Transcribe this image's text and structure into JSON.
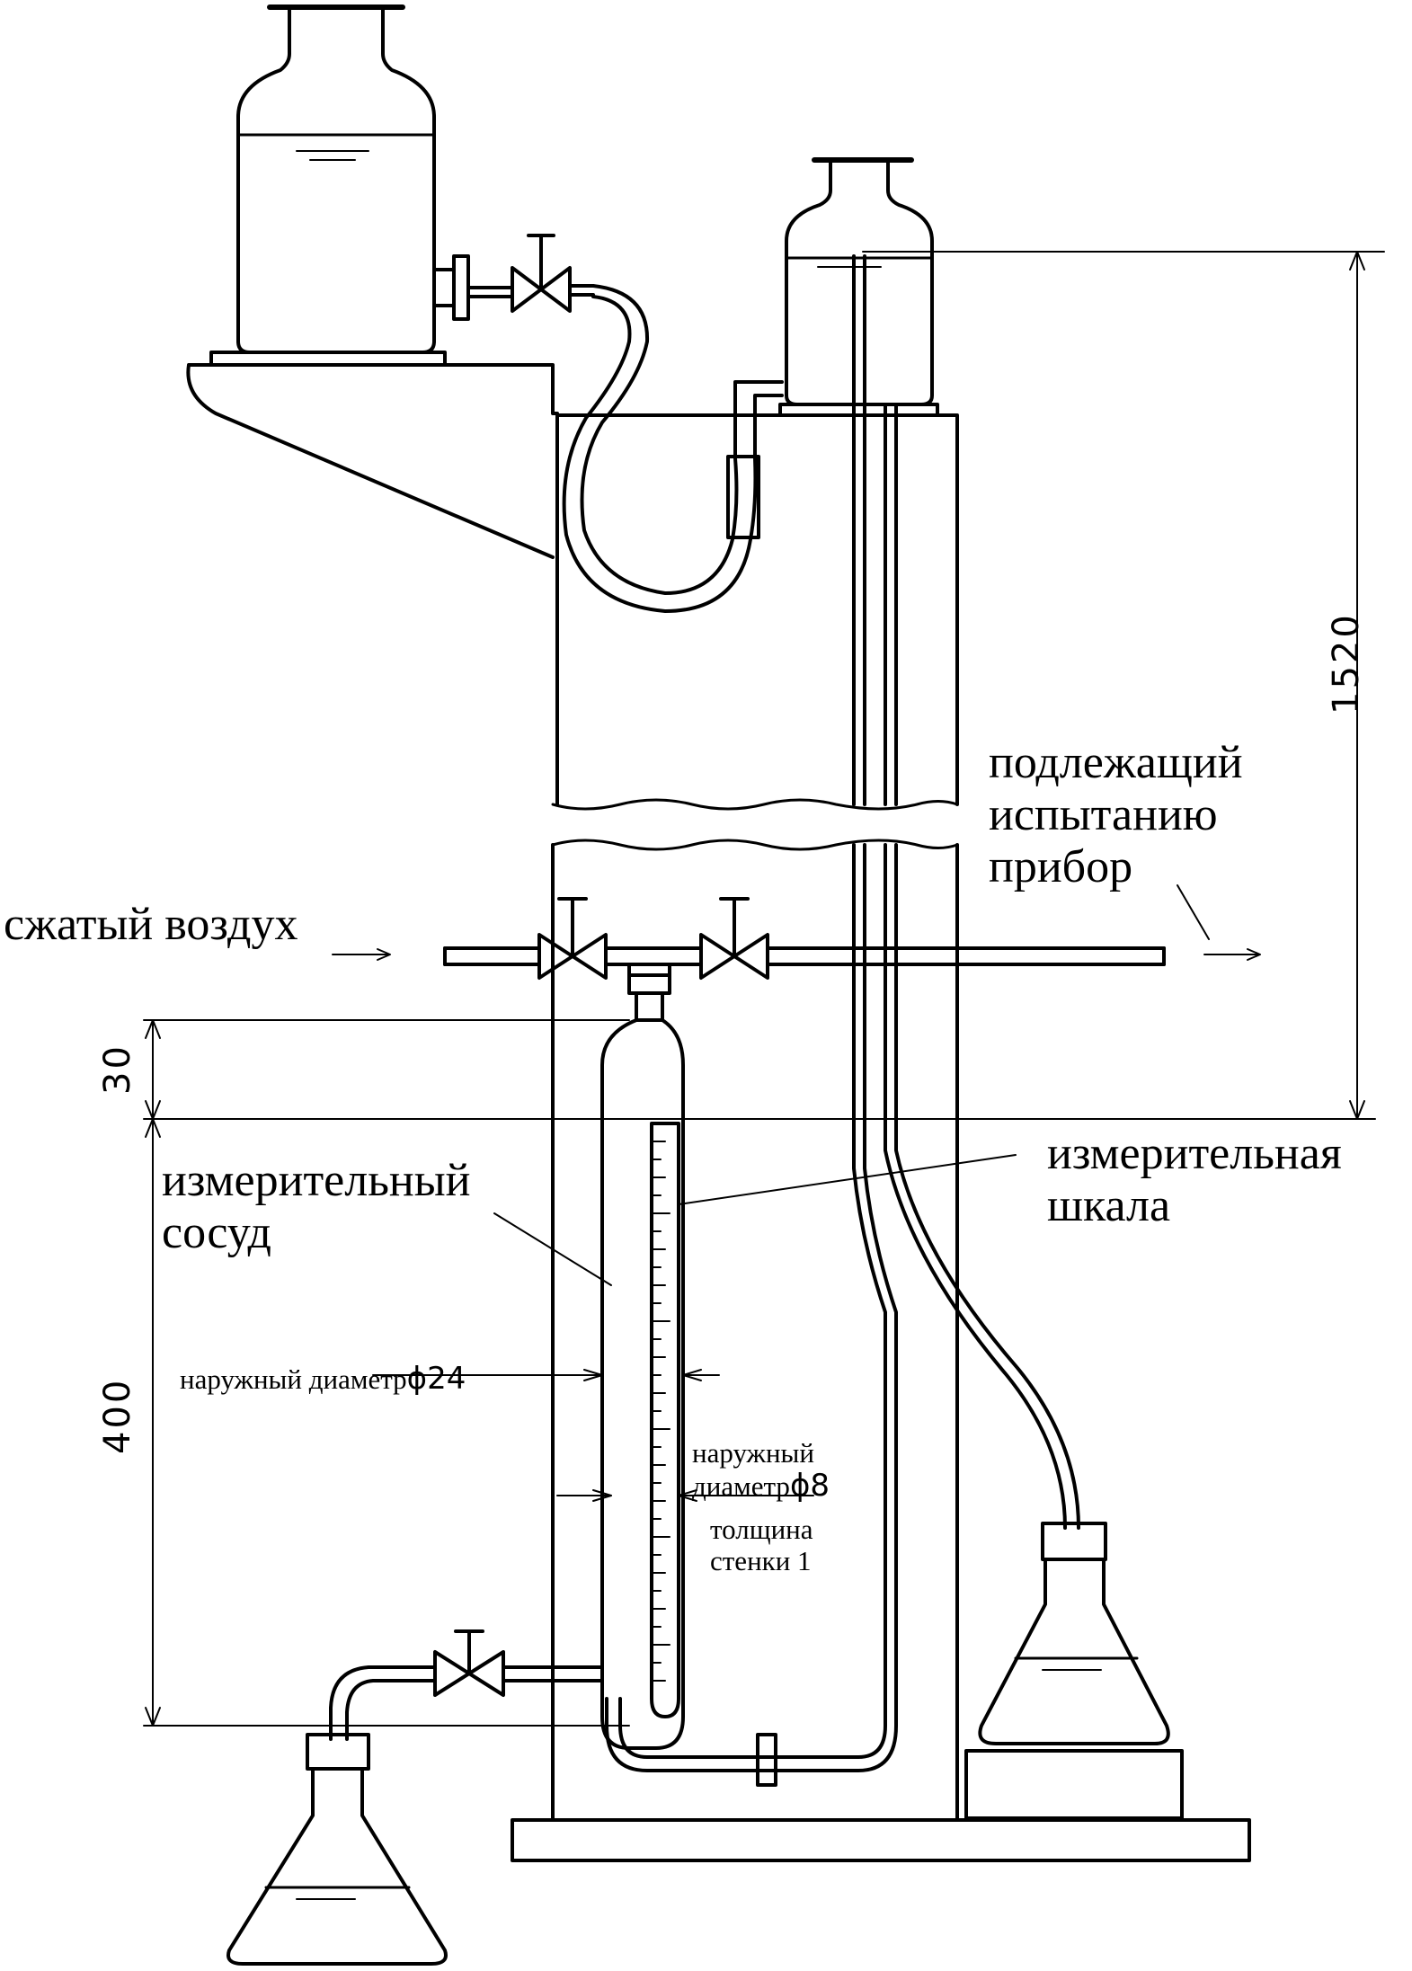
{
  "labels": {
    "compressed_air": "сжатый воздух",
    "device_under_test": "подлежащий\nиспытанию\nприбор",
    "measuring_vessel": "измерительный\nсосуд",
    "measuring_scale": "измерительная\nшкала",
    "outer_diameter_24_text": "наружный диаметр",
    "outer_diameter_24_symbol": "ϕ24",
    "outer_diameter_8_text": "наружный\nдиаметр",
    "outer_diameter_8_symbol": "ϕ8",
    "wall_thickness": "толщина\nстенки 1"
  },
  "dimensions": {
    "height_1520": "1520",
    "height_30": "30",
    "height_400": "400"
  },
  "colors": {
    "ink": "#000000",
    "paper": "#ffffff"
  }
}
